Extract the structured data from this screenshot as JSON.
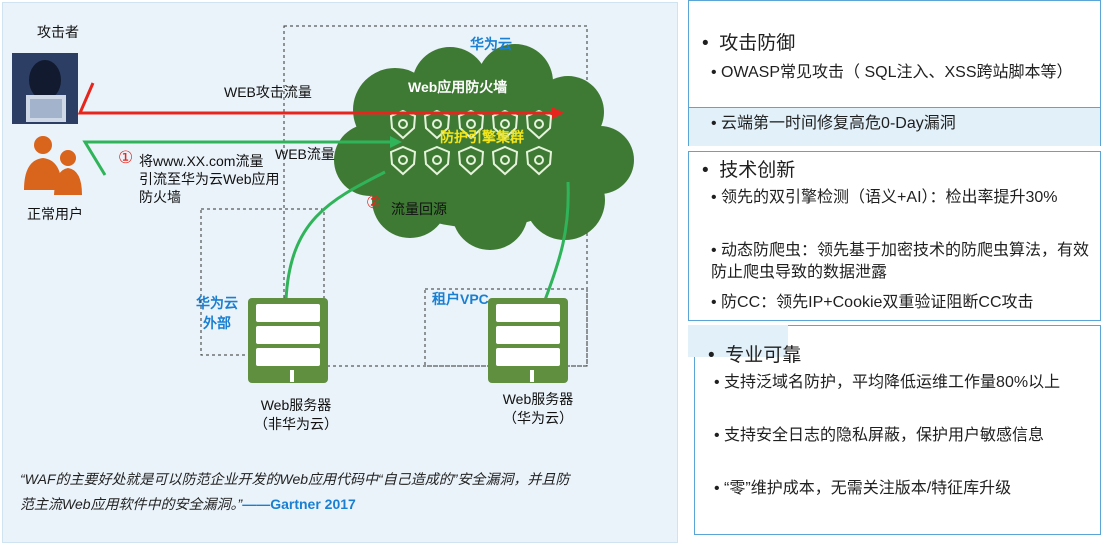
{
  "diagram": {
    "attacker_label": "攻击者",
    "normal_user_label": "正常用户",
    "huawei_cloud_label": "华为云",
    "waf_label": "Web应用防火墙",
    "engine_cluster_label": "防护引擎集群",
    "web_attack_flow_label": "WEB攻击流量",
    "web_flow_label": "WEB流量",
    "step1_number": "①",
    "step1_text_line1": "将www.XX.com流量",
    "step1_text_line2": "引流至华为云Web应用",
    "step1_text_line3": "防火墙",
    "step2_number": "②",
    "step2_text": "流量回源",
    "outside_cloud_line1": "华为云",
    "outside_cloud_line2": "外部",
    "tenant_vpc_label": "租户VPC",
    "server_left_line1": "Web服务器",
    "server_left_line2": "（非华为云）",
    "server_right_line1": "Web服务器",
    "server_right_line2": "（华为云）",
    "quote_line1": "“WAF的主要好处就是可以防范企业开发的Web应用代码中“自己造成的”安全漏洞，并且防",
    "quote_line2": "范主流Web应用软件中的安全漏洞。”",
    "quote_source": "——Gartner 2017",
    "colors": {
      "attack_arrow": "#e8251c",
      "normal_arrow": "#2fb45a",
      "cloud_fill": "#3f7a34",
      "server_fill": "#5f8f3f",
      "label_blue": "#1a7fd1"
    }
  },
  "features": {
    "sections": [
      {
        "title": "攻击防御",
        "items": [
          "OWASP常见攻击（ SQL注入、XSS跨站脚本等）",
          "云端第一时间修复高危0-Day漏洞"
        ]
      },
      {
        "title": "技术创新",
        "items": [
          "领先的双引擎检测（语义+AI）：检出率提升30%",
          "动态防爬虫：领先基于加密技术的防爬虫算法，有效防止爬虫导致的数据泄露",
          "防CC：领先IP+Cookie双重验证阻断CC攻击"
        ]
      },
      {
        "title": "专业可靠",
        "items": [
          "支持泛域名防护，平均降低运维工作量80%以上",
          "支持安全日志的隐私屏蔽，保护用户敏感信息",
          "“零”维护成本，无需关注版本/特征库升级"
        ]
      }
    ]
  }
}
